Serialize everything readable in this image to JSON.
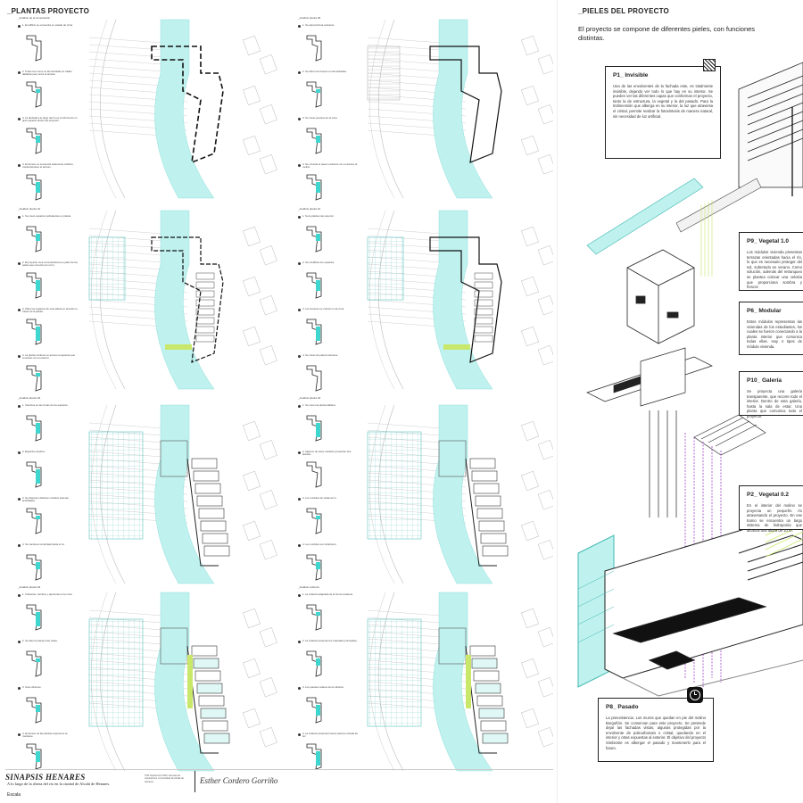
{
  "left": {
    "title": "_Plantas proyecto",
    "sections": [
      {
        "title": "_Análisis de la cimentación",
        "notes": [
          "1. El edificio se encuentra en estado de ruina.",
          "2. Todos los muros se las fachadas se hallan dañados pero entre el acceso.",
          "3. La fachada a lo largo del rio se conforma de un gran espacio dentro del proyecto.",
          "4. El acceso se encuentra totalmente cubierto, manteniéndose el acceso."
        ]
      },
      {
        "title": "_Análisis planta 01",
        "notes": [
          "1. Se crean espacios polivalentes en planta.",
          "2. El proyecto crea comunicaciones a partir de los patios que conecta con el río.",
          "3. Parte los espacios de esta planta se acceden a través de la planta.",
          "4. La planta contiene un acceso a espacios que conectan con el exterior."
        ]
      },
      {
        "title": "_Análisis planta 02",
        "notes": [
          "1. Cambios en las zonas de los espacios.",
          "2. Espacios amplios.",
          "3. Se disponen distintos módulos para las actividades.",
          "4. Se mantiene la fachada hacia el río."
        ]
      },
      {
        "title": "_Análisis planta 03",
        "notes": [
          "1. Cubiertas, cambios y aperturas en la zona.",
          "2. Se abre la planta a las vistas.",
          "3. Usos diversos.",
          "4. El acceso de las plantas superiores se mantiene."
        ]
      }
    ],
    "middle_sections": [
      {
        "title": "_Análisis planta 00",
        "notes": [
          "1. Se aprovecha la existente.",
          "2. Se abren los huecos en las fachadas.",
          "3. Se crean puentes de la zona.",
          "4. Se conecta el paseo existente con el acceso al molino."
        ]
      },
      {
        "title": "_Análisis planta 01",
        "notes": [
          "1. Se la planta más superior.",
          "2. Se modifican los espacios.",
          "3. Los accesos se marcan en la zona.",
          "4. Se crean los patios interiores."
        ]
      },
      {
        "title": "_Análisis planta 02",
        "notes": [
          "1. Se crea una planta diáfana.",
          "2. Algunos de estos módulos presentan dos plantas.",
          "3. Los módulos de vistas al río.",
          "4. Los módulos son dinámicos."
        ]
      },
      {
        "title": "_Análisis cubierta",
        "notes": [
          "1. La cubierta adaptada de la forma existente.",
          "2. La cubierta presenta los materiales principales.",
          "3. Los paneles solares de la cubierta.",
          "4. La cubierta presenta huecos para la entrada de luz."
        ]
      }
    ]
  },
  "right": {
    "title": "_Pieles del proyecto",
    "intro": "El proyecto se compone de diferentes pieles, con funciones distintas.",
    "skins": [
      {
        "title": "P1_ Invisible",
        "text": "Una de las envolventes de la fachada este, es totalmente invisible, dejando ver todo lo que hay en su interior. Se pueden ver las diferentes capas que conforman el proyecto, tanto la de estructura, la vegetal y la del pasado. Para la tridimensión que alberga en su interior, la luz que atraviesa el cristal, permite realizar la fotosíntesis de manera natural, sin necesidad de luz artificial."
      },
      {
        "title": "P9_ Vegetal 1.0",
        "text": "Los módulos vivienda presentan terrazas orientadas hacia el río, lo que es necesario proteger del sol, sobretodo en verano. Como solución, además del retranqueo se plantea colocar una celosía que proporciona sombra y frescor."
      },
      {
        "title": "P6_ Modular",
        "text": "Estos módulos representan las viviendas de los estudiantes, los cuales se fueron conectando a la planta interior que comunica todas ellas. Hay 4 tipos de módulo vivienda."
      },
      {
        "title": "P10_ Galería",
        "text": "Se proyecta una galería transparente, que recorre todo el interior. Dentro de esta galería, hasta la sala de estar. Una planta que comunica todo el proyecto."
      },
      {
        "title": "P2_ Vegetal 0.2",
        "text": "En el interior del molino se proyecta un pequeño río atravesando el proyecto. En ese tramo se encuentra un largo sistema de hidroponía que alcanza una altura de 10 m."
      },
      {
        "title": "P8_ Pasado",
        "text": "La preexistencia. Los muros que quedan en pie del molino Borgoñón. Se conservan para este proyecto. Se pretende dejar las fachadas vistas, algunas protegidas por la envolvente de policarbonato o cristal, quedando en el interior y otras expuestas al exterior. El objetivo del proyecto Simbionte es albergar el pasado y mantenerlo para el futuro."
      }
    ]
  },
  "footer": {
    "project": "SINAPSIS HENARES",
    "subtitle": "A lo largo de la ribera del río en la ciudad de Alcalá de Henares.",
    "escala": "Escala",
    "credits": "TFM Septiembre 2022. Escuela de Arquitectura. Universidad de Alcalá de Henares.",
    "signature": "Esther Cordero Gorriño"
  },
  "colors": {
    "accent": "#3fd6d0",
    "accent_light": "#bff1ee",
    "green": "#c9e86b",
    "purple": "#9b3fc9",
    "ink": "#222222"
  }
}
